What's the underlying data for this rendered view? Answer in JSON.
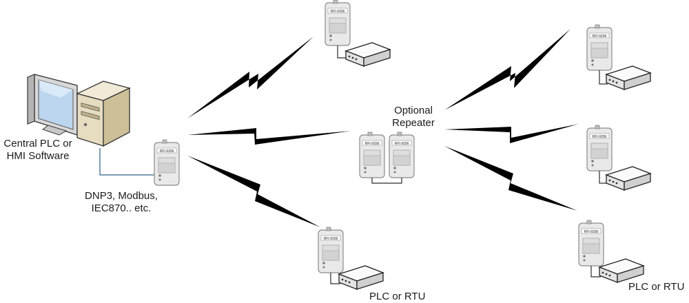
{
  "labels": {
    "central_line1": "Central PLC or",
    "central_line2": "HMI Software",
    "protocols_line1": "DNP3, Modbus,",
    "protocols_line2": "IEC870..  etc.",
    "repeater_line1": "Optional",
    "repeater_line2": "Repeater",
    "plc_bottom_left": "PLC or RTU",
    "plc_bottom_right": "PLC or RTU"
  },
  "radio_badge": "RFI-9256",
  "colors": {
    "lightning": "#000000",
    "radio_body": "#e9e9e9",
    "radio_outline": "#8a8a8a",
    "plc_body": "#f4f4f4",
    "computer_tower": "#e6dcc0",
    "monitor_screen": "#bcd6ef",
    "cable": "#2b2b2b"
  }
}
